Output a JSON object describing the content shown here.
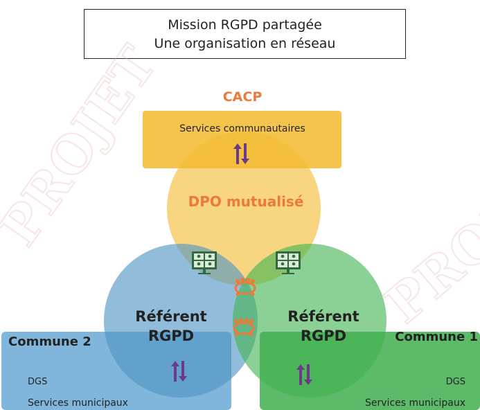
{
  "header": {
    "line1": "Mission RGPD partagée",
    "line2": "Une organisation en réseau"
  },
  "cacp": {
    "label": "CACP",
    "box_text": "Services communautaires"
  },
  "dpo": {
    "label": "DPO mutualisé"
  },
  "referent_left": {
    "line1": "Référent",
    "line2": "RGPD"
  },
  "referent_right": {
    "line1": "Référent",
    "line2": "RGPD"
  },
  "commune2": {
    "label": "Commune 2",
    "dgs": "DGS",
    "services": "Services municipaux"
  },
  "commune1": {
    "label": "Commune 1",
    "dgs": "DGS",
    "services": "Services municipaux"
  },
  "watermark": "PROJET",
  "colors": {
    "yellow": "#f3bc34",
    "blue": "#5d9ec8",
    "green": "#4db55d",
    "orange_text": "#ec7a3a",
    "purple_arrow": "#6c3a8a",
    "dark_text": "#222222",
    "watermark": "#e9b4b4"
  },
  "icons": [
    "exchange-arrows-icon",
    "video-conference-icon",
    "meeting-table-icon"
  ]
}
